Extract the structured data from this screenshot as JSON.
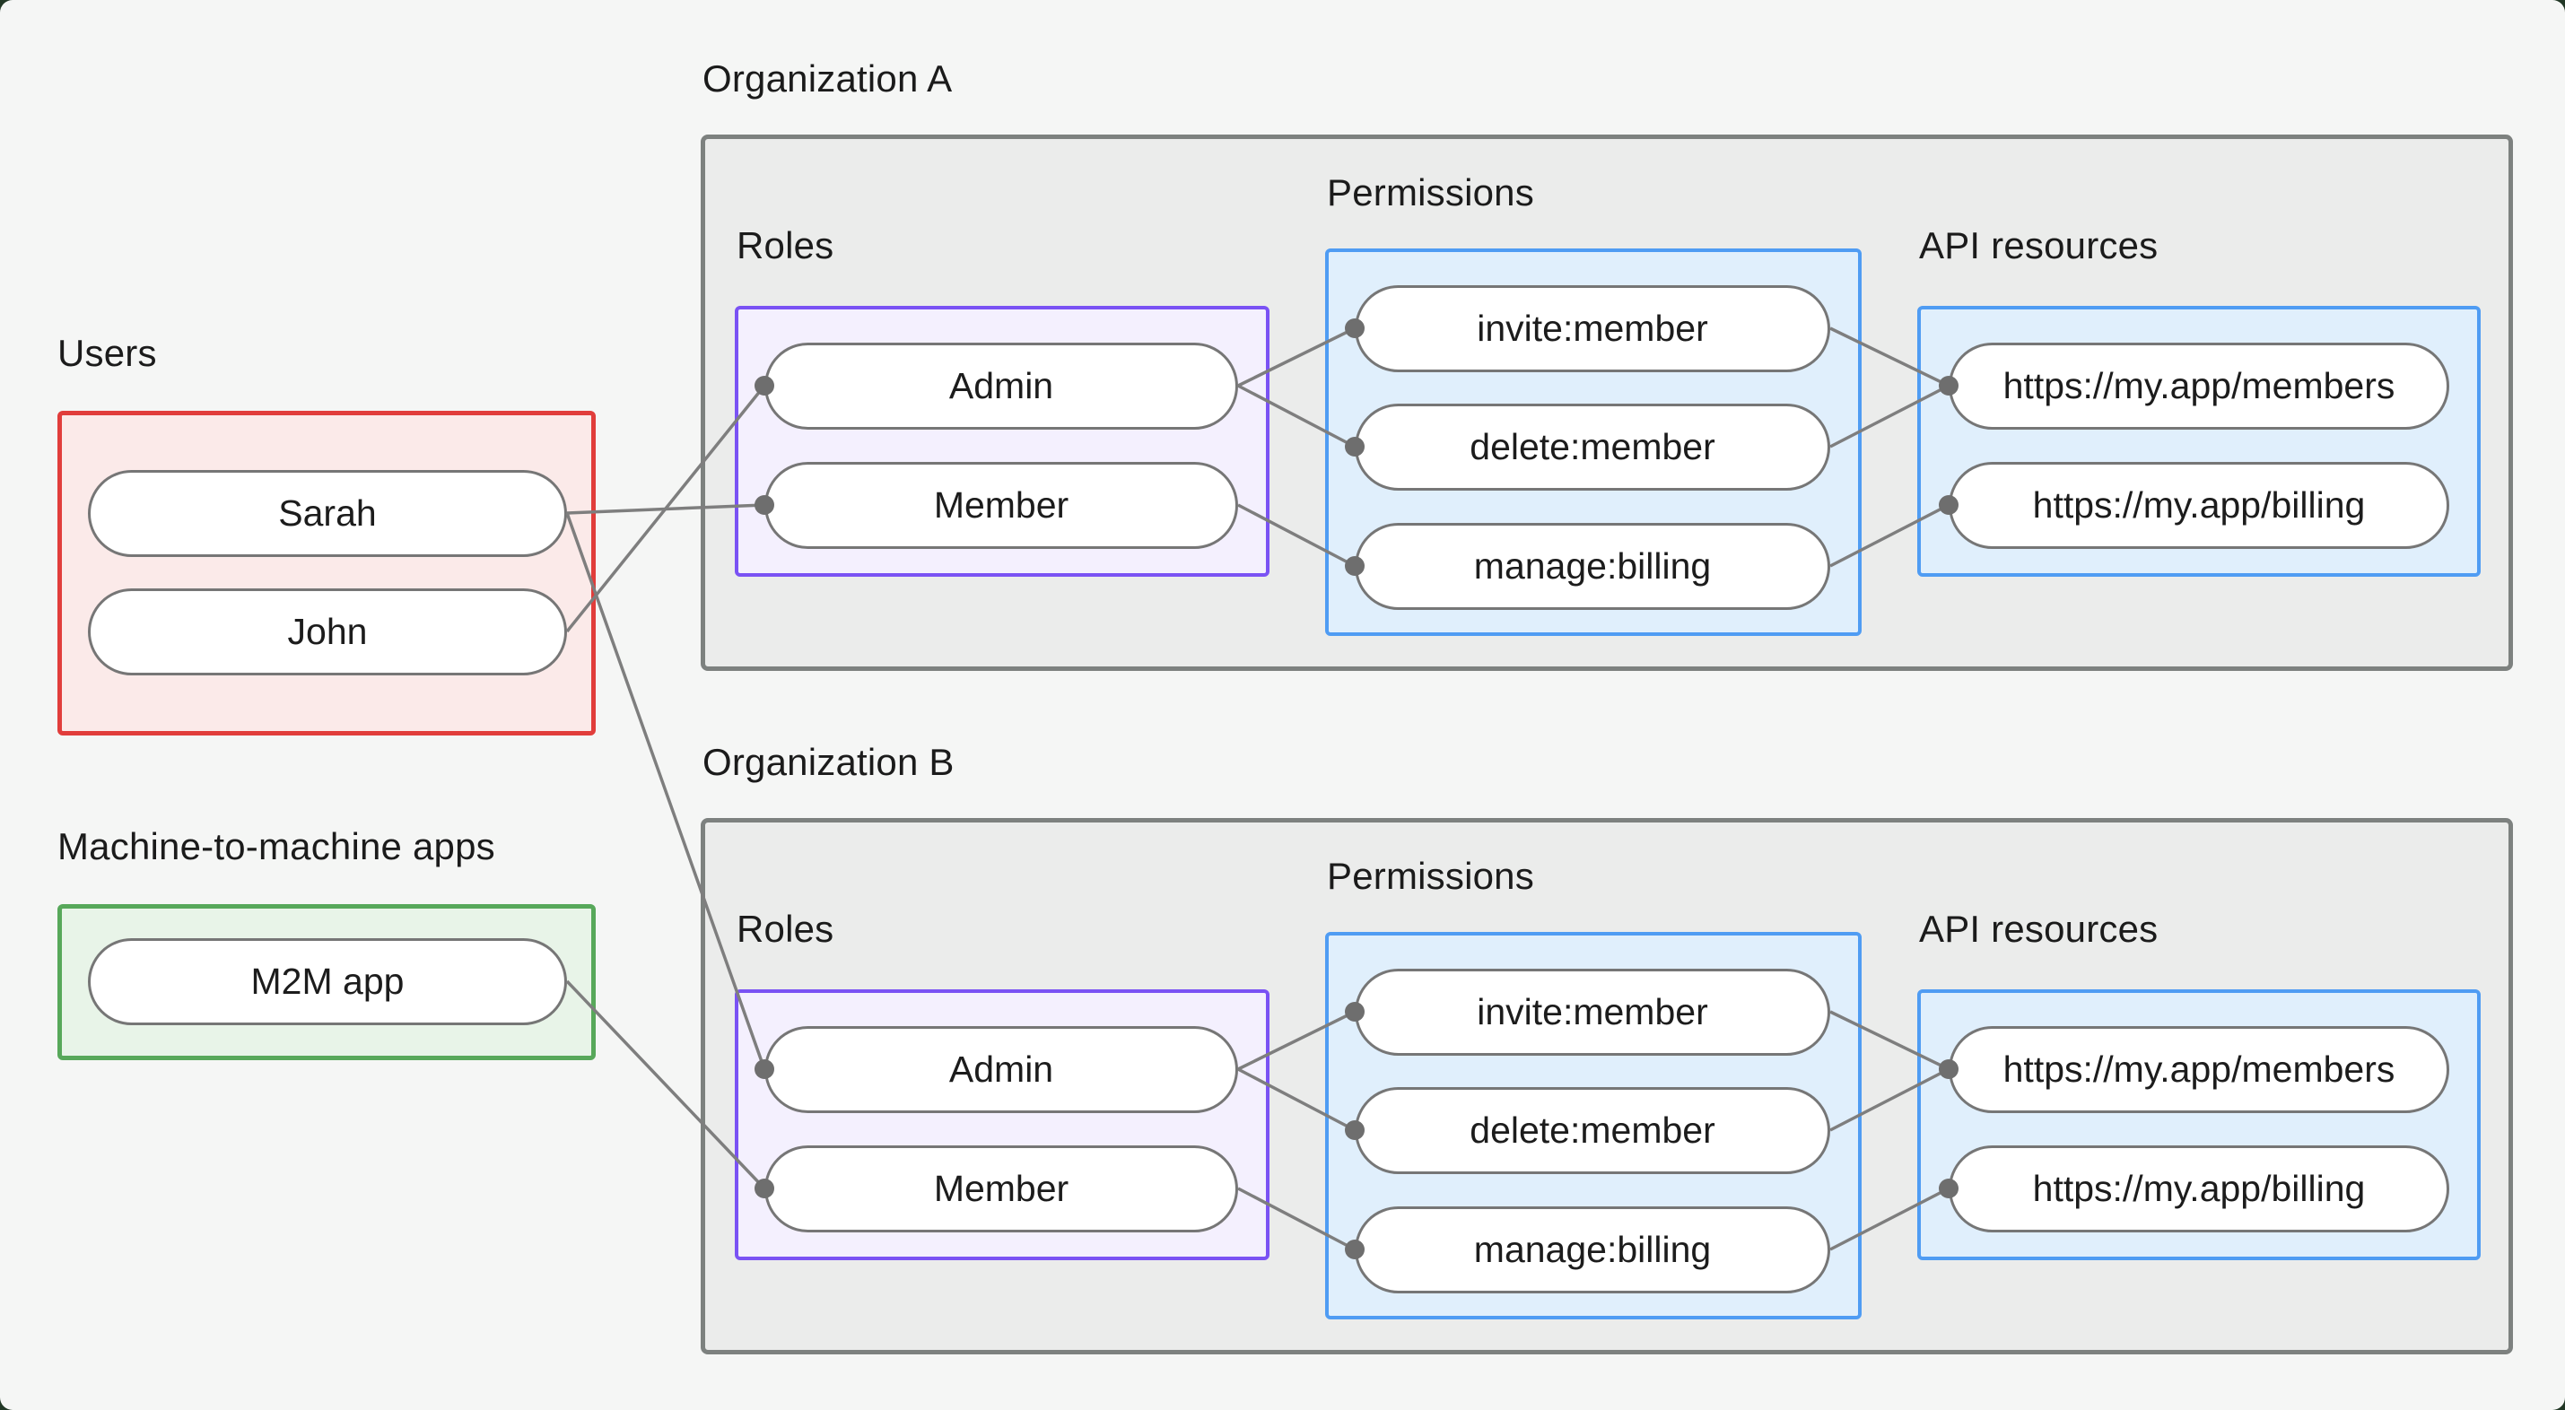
{
  "canvas": {
    "background": "#F5F6F5",
    "backdrop": "#223826"
  },
  "palette": {
    "users_border": "#E13D3B",
    "users_fill": "#FBEAE9",
    "m2m_border": "#57A85A",
    "m2m_fill": "#E8F4E8",
    "roles_border": "#7A52F4",
    "roles_fill": "#F4F0FE",
    "permissions_border": "#4F9CF3",
    "permissions_fill": "#E0EFFC",
    "api_border": "#4F9CF3",
    "api_fill": "#E0EFFC",
    "org_border": "#7D817F",
    "org_fill": "#EBECEB",
    "node_border": "#767676",
    "node_fill": "#FFFFFF",
    "edge_color": "#7E7E7E",
    "dot_color": "#6E6E6E",
    "text_color": "#1C1C1C"
  },
  "groups": {
    "users": {
      "label": "Users",
      "nodes": [
        "Sarah",
        "John"
      ]
    },
    "m2m": {
      "label": "Machine-to-machine apps",
      "nodes": [
        "M2M app"
      ]
    }
  },
  "orgs": [
    {
      "title": "Organization A",
      "roles": {
        "label": "Roles",
        "nodes": [
          "Admin",
          "Member"
        ]
      },
      "permissions": {
        "label": "Permissions",
        "nodes": [
          "invite:member",
          "delete:member",
          "manage:billing"
        ]
      },
      "api_resources": {
        "label": "API resources",
        "nodes": [
          "https://my.app/members",
          "https://my.app/billing"
        ]
      }
    },
    {
      "title": "Organization B",
      "roles": {
        "label": "Roles",
        "nodes": [
          "Admin",
          "Member"
        ]
      },
      "permissions": {
        "label": "Permissions",
        "nodes": [
          "invite:member",
          "delete:member",
          "manage:billing"
        ]
      },
      "api_resources": {
        "label": "API resources",
        "nodes": [
          "https://my.app/members",
          "https://my.app/billing"
        ]
      }
    }
  ],
  "connections": [
    {
      "from": "Sarah",
      "to": "Organization A / Member"
    },
    {
      "from": "John",
      "to": "Organization A / Admin"
    },
    {
      "from": "Sarah",
      "to": "Organization B / Admin"
    },
    {
      "from": "M2M app",
      "to": "Organization B / Member"
    },
    {
      "from": "Organization A / Admin",
      "to": "Organization A / invite:member"
    },
    {
      "from": "Organization A / Admin",
      "to": "Organization A / delete:member"
    },
    {
      "from": "Organization A / Member",
      "to": "Organization A / manage:billing"
    },
    {
      "from": "Organization A / invite:member",
      "to": "Organization A / https://my.app/members"
    },
    {
      "from": "Organization A / delete:member",
      "to": "Organization A / https://my.app/members"
    },
    {
      "from": "Organization A / manage:billing",
      "to": "Organization A / https://my.app/billing"
    },
    {
      "from": "Organization B / Admin",
      "to": "Organization B / invite:member"
    },
    {
      "from": "Organization B / Admin",
      "to": "Organization B / delete:member"
    },
    {
      "from": "Organization B / Member",
      "to": "Organization B / manage:billing"
    },
    {
      "from": "Organization B / invite:member",
      "to": "Organization B / https://my.app/members"
    },
    {
      "from": "Organization B / delete:member",
      "to": "Organization B / https://my.app/members"
    },
    {
      "from": "Organization B / manage:billing",
      "to": "Organization B / https://my.app/billing"
    }
  ]
}
